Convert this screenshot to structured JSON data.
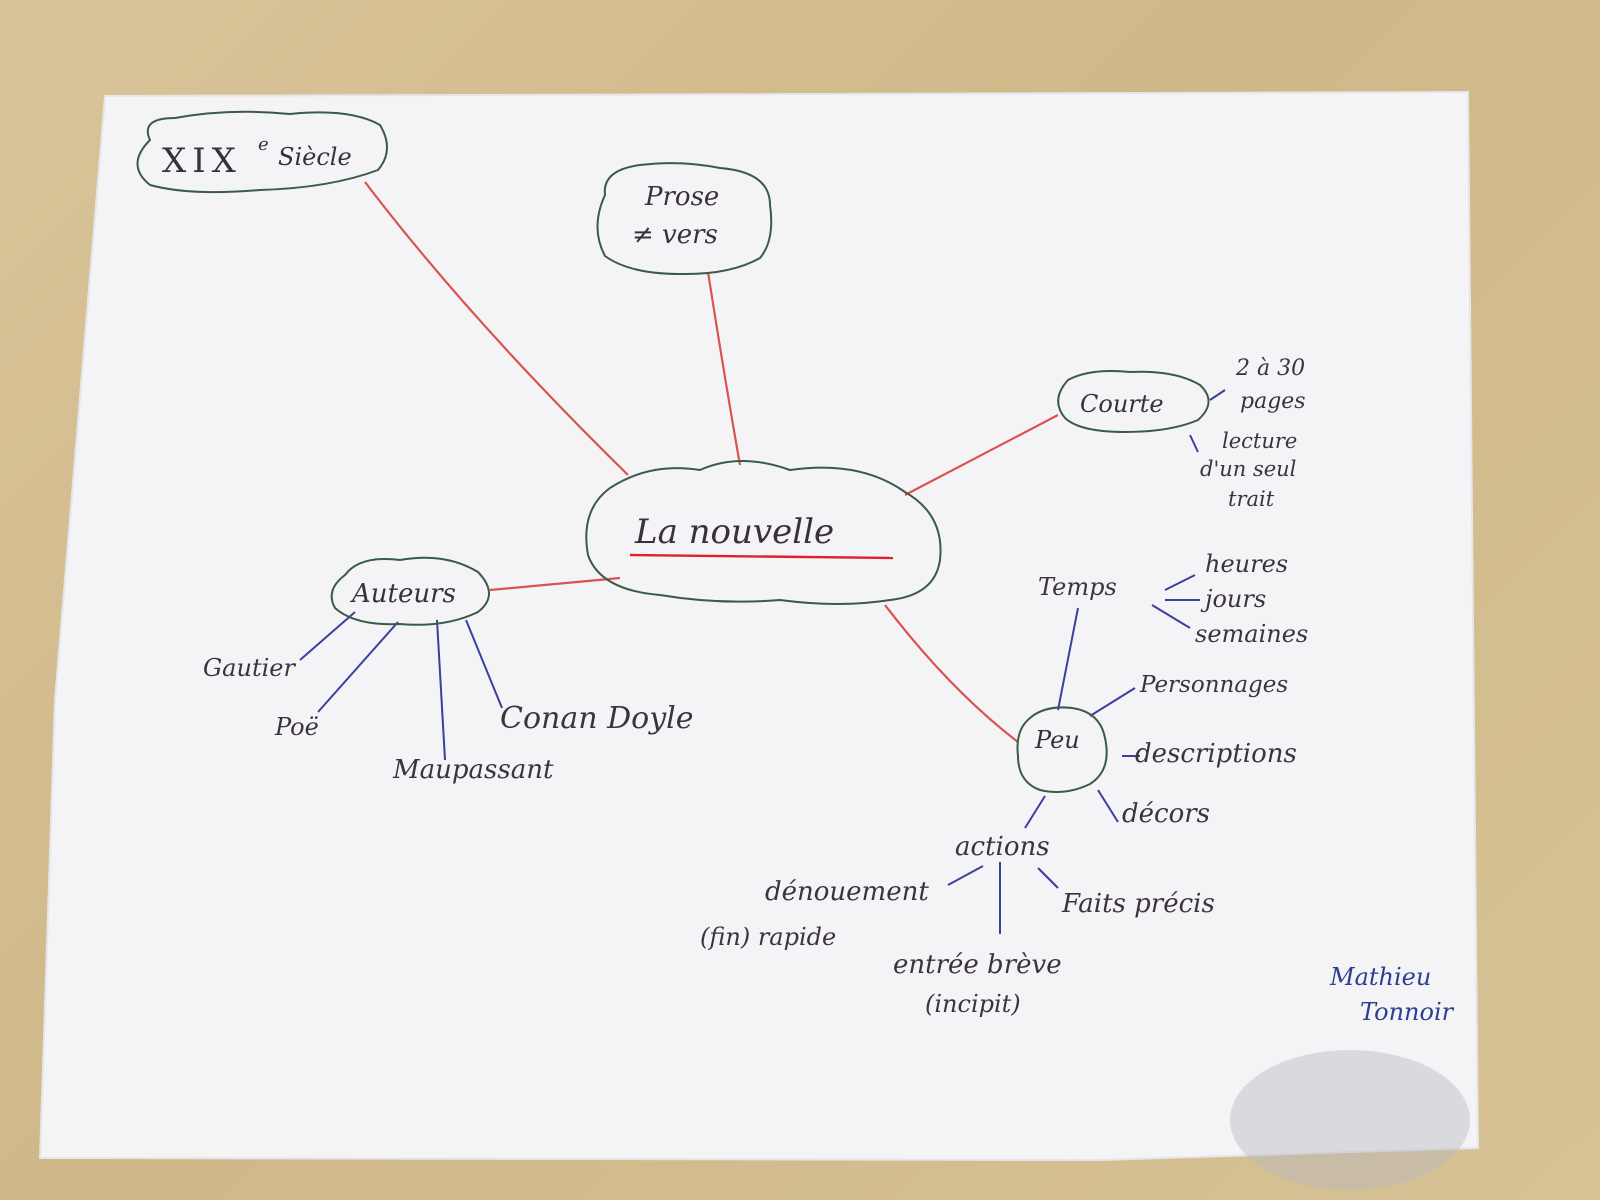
{
  "colors": {
    "paper": "#f4f4f6",
    "red_link": "#d9534f",
    "blue_link": "#3b3fa0",
    "cloud_stroke": "#3a5a4a",
    "ink": "#3a2f3f",
    "center_underline": "#e0202a",
    "signature_ink": "#2d3f8f"
  },
  "center": {
    "label": "La nouvelle"
  },
  "nodes": {
    "siecle": {
      "label_main": "XIX",
      "label_sup": "e",
      "label_rest": "Siècle"
    },
    "prose": {
      "line1": "Prose",
      "line2": "≠ vers"
    },
    "courte": {
      "label": "Courte"
    },
    "auteurs": {
      "label": "Auteurs"
    },
    "peu": {
      "label": "Peu"
    }
  },
  "courte_details": {
    "pages_line1": "2 à 30",
    "pages_line2": "pages",
    "lecture_line1": "lecture",
    "lecture_line2": "d'un seul",
    "lecture_line3": "trait"
  },
  "auteurs_list": {
    "gautier": "Gautier",
    "poe": "Poë",
    "maupassant": "Maupassant",
    "conan_doyle": "Conan Doyle"
  },
  "temps": {
    "label": "Temps",
    "heures": "heures",
    "jours": "jours",
    "semaines": "semaines"
  },
  "peu_details": {
    "personnages": "Personnages",
    "descriptions": "descriptions",
    "decors": "décors",
    "actions": "actions"
  },
  "actions_details": {
    "denouement_line1": "dénouement",
    "denouement_line2": "(fin) rapide",
    "faits": "Faits précis",
    "entree_line1": "entrée brève",
    "entree_line2": "(incipit)"
  },
  "signature": {
    "line1": "Mathieu",
    "line2": "Tonnoir"
  }
}
